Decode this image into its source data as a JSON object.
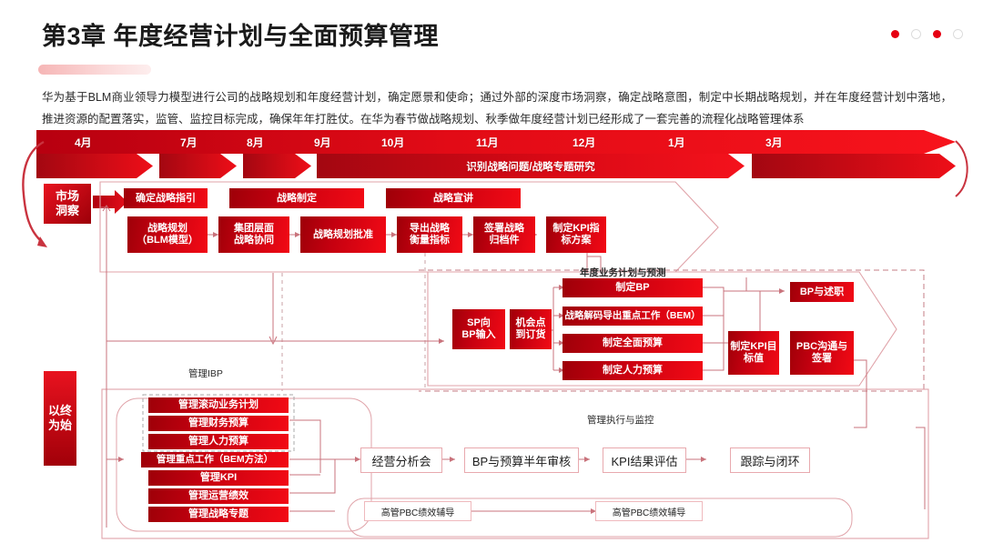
{
  "header": {
    "title": "第3章 年度经营计划与全面预算管理",
    "dots": [
      "on",
      "off",
      "on",
      "off"
    ],
    "intro": "华为基于BLM商业领导力模型进行公司的战略规划和年度经营计划，确定愿景和使命；通过外部的深度市场洞察，确定战略意图，制定中长期战略规划，并在年度经营计划中落地，推进资源的配置落实，监管、监控目标完成，确保年年打胜仗。在华为春节做战略规划、秋季做年度经营计划已经形成了一套完善的流程化战略管理体系"
  },
  "timeline": {
    "months": [
      "4月",
      "7月",
      "8月",
      "9月",
      "10月",
      "11月",
      "12月",
      "1月",
      "3月"
    ]
  },
  "chevrons": {
    "research_label": "识别战略问题/战略专题研究"
  },
  "left_labels": {
    "market_insight": "市场\n洞察",
    "begin_with_end": "以终\n为始"
  },
  "strategy_band": {
    "phase_labels": [
      "确定战略指引",
      "战略制定",
      "战略宣讲"
    ],
    "steps": [
      "战略规划\n（BLM模型）",
      "集团层面\n战略协同",
      "战略规划批准",
      "导出战略\n衡量指标",
      "签署战略\n归档件",
      "制定KPI指\n标方案"
    ]
  },
  "bp_band": {
    "caption": "年度业务计划与预测",
    "inputs": [
      "SP向\nBP输入",
      "机会点\n到订货"
    ],
    "tracks": [
      "制定BP",
      "战略解码导出重点工作（BEM）",
      "制定全面预算",
      "制定人力预算"
    ],
    "outputs": [
      "BP与述职",
      "制定KPI目\n标值",
      "PBC沟通与\n签署"
    ]
  },
  "ibp": {
    "caption": "管理IBP",
    "items": [
      "管理滚动业务计划",
      "管理财务预算",
      "管理人力预算",
      "管理重点工作（BEM方法）",
      "管理KPI",
      "管理运营绩效",
      "管理战略专题"
    ]
  },
  "execution": {
    "caption": "管理执行与监控",
    "chain": [
      "经营分析会",
      "BP与预算半年审核",
      "KPI结果评估",
      "跟踪与闭环"
    ],
    "coaching": [
      "高管PBC绩效辅导",
      "高管PBC绩效辅导"
    ]
  },
  "colors": {
    "brand_red": "#e60012",
    "deep_red": "#9e0008",
    "line_pink": "#e8a9ae"
  }
}
